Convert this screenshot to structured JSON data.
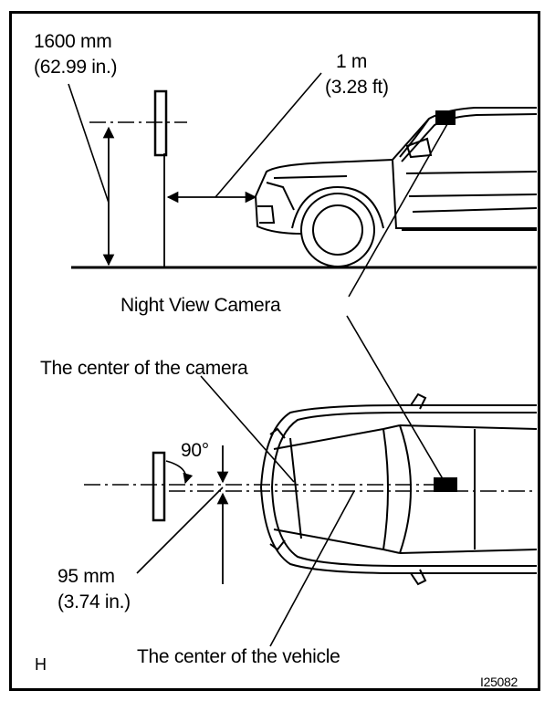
{
  "labels": {
    "height_mm": "1600 mm",
    "height_in": "(62.99 in.)",
    "distance_m": "1 m",
    "distance_ft": "(3.28 ft)",
    "camera": "Night View Camera",
    "camera_center": "The center of the camera",
    "angle": "90°",
    "offset_mm": "95 mm",
    "offset_in": "(3.74 in.)",
    "vehicle_center": "The center of the vehicle",
    "corner_letter": "H",
    "figure_id": "I25082"
  }
}
